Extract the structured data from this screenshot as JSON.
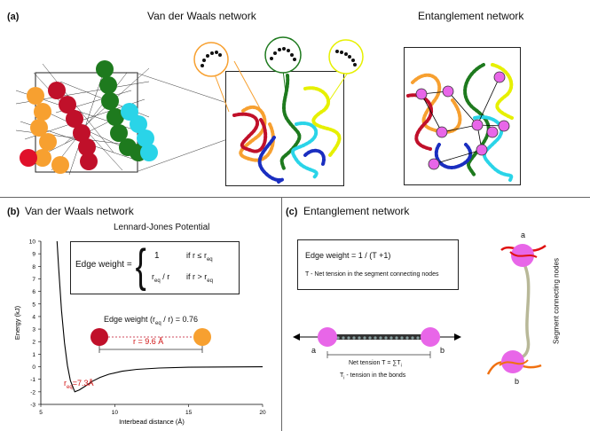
{
  "panel_a": {
    "label": "(a)",
    "vdw_title": "Van der Waals network",
    "ent_title": "Entanglement network"
  },
  "panel_b": {
    "label": "(b)",
    "title": "Van der Waals network",
    "potential_title": "Lennard-Jones Potential",
    "edge_weight_prefix": "Edge weight =",
    "case1_value": "1",
    "case1_cond": "if r ≤ r",
    "case1_sub": "eq",
    "case2_value_main": "r",
    "case2_value_sub": "eq",
    "case2_value_tail": " / r",
    "case2_cond": "if r > r",
    "case2_sub": "eq",
    "example_weight": "Edge weight (r",
    "example_weight_sub": "eq",
    "example_weight_tail": " / r) = 0.76",
    "distance_label": "r = 9.6 Å",
    "req_label": "r",
    "req_sub": "eq",
    "req_tail": "=7.3Å",
    "chart_data": {
      "type": "line",
      "xlabel": "Interbead distance (Å)",
      "ylabel": "Energy (kJ)",
      "xlim": [
        5,
        20
      ],
      "ylim": [
        -3,
        10
      ],
      "xticks": [
        5,
        10,
        15,
        20
      ],
      "yticks": [
        -3,
        -2,
        -1,
        0,
        1,
        2,
        3,
        4,
        5,
        6,
        7,
        8,
        9,
        10
      ],
      "series": [
        {
          "x": [
            6.1,
            6.2,
            6.4,
            6.6,
            6.8,
            7.0,
            7.3,
            7.6,
            8.0,
            8.5,
            9.0,
            9.6,
            10.5,
            11.5,
            13.0,
            15.0,
            17.5,
            20.0
          ],
          "y": [
            10.0,
            8.0,
            4.5,
            1.9,
            0.1,
            -1.1,
            -2.0,
            -1.85,
            -1.55,
            -1.15,
            -0.85,
            -0.6,
            -0.36,
            -0.21,
            -0.1,
            -0.04,
            -0.015,
            -0.006
          ]
        }
      ]
    }
  },
  "panel_c": {
    "label": "(c)",
    "title": "Entanglement network",
    "edge_weight": "Edge weight = 1 / (T +1)",
    "net_tension_def": "T - Net tension in the segment connecting nodes",
    "node_a": "a",
    "node_b": "b",
    "net_tension_label": "Net tension T = ∑T",
    "net_tension_sub": "i",
    "tension_bonds_main": "T",
    "tension_bonds_sub": "i",
    "tension_bonds_tail": " - tension in the bonds",
    "segment_label": "Segment connecting nodes",
    "node_a2": "a",
    "node_b2": "b"
  },
  "colors": {
    "orange": "#f7a030",
    "red": "#c0102a",
    "green": "#1e7a1e",
    "cyan": "#2ad4e8",
    "blue": "#1a2ec0",
    "yellow": "#e6f000",
    "pink": "#e866e8",
    "curve_red": "#d01010"
  }
}
